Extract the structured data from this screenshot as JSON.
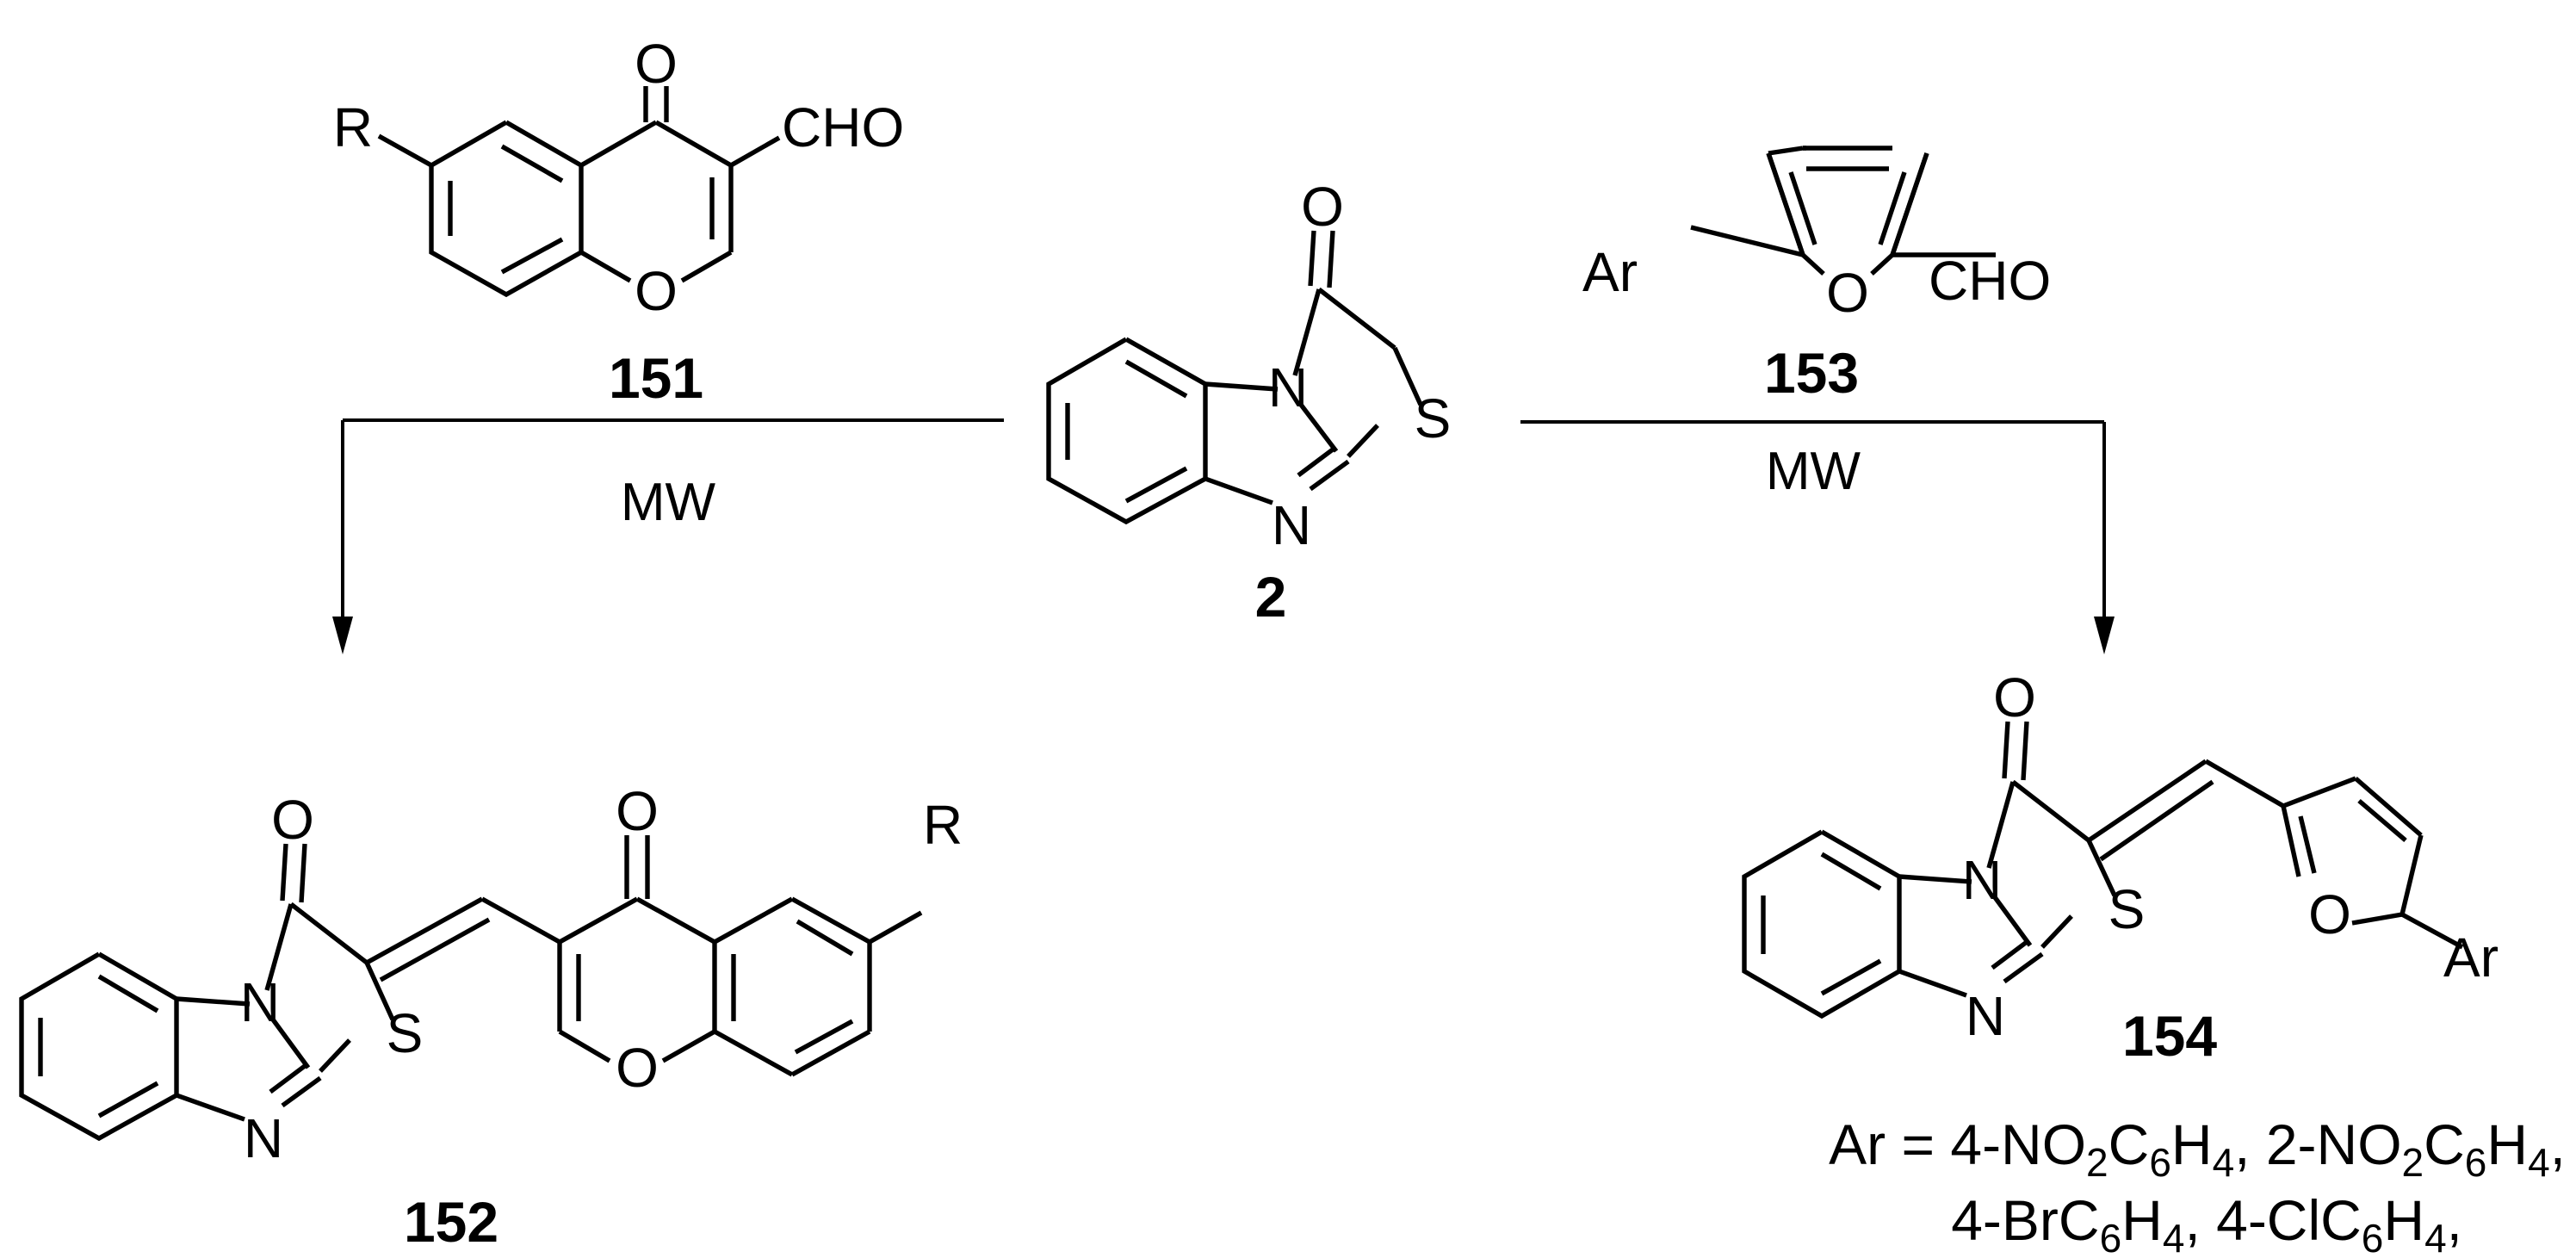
{
  "compounds": {
    "chromone": {
      "label": "151",
      "substituent": "R",
      "aldehyde": "CHO",
      "oxo": "O",
      "ring_o": "O"
    },
    "thiazolone": {
      "label": "2",
      "oxo": "O",
      "n1": "N",
      "n2": "N",
      "s": "S"
    },
    "furan_aldehyde": {
      "label": "153",
      "aryl": "Ar",
      "aldehyde": "CHO",
      "ring_o": "O"
    },
    "product_left": {
      "label": "152",
      "oxo1": "O",
      "oxo2": "O",
      "n1": "N",
      "n2": "N",
      "s": "S",
      "ring_o": "O",
      "substituent": "R"
    },
    "product_right": {
      "label": "154",
      "oxo": "O",
      "n1": "N",
      "n2": "N",
      "s": "S",
      "ring_o": "O",
      "aryl": "Ar"
    }
  },
  "conditions": {
    "left": "MW",
    "right": "MW"
  },
  "substituent_note": {
    "line1": [
      {
        "text": "Ar = 4-NO"
      },
      {
        "text": "2",
        "sub": true
      },
      {
        "text": "C"
      },
      {
        "text": "6",
        "sub": true
      },
      {
        "text": "H"
      },
      {
        "text": "4",
        "sub": true
      },
      {
        "text": ", 2-NO"
      },
      {
        "text": "2",
        "sub": true
      },
      {
        "text": "C"
      },
      {
        "text": "6",
        "sub": true
      },
      {
        "text": "H"
      },
      {
        "text": "4",
        "sub": true
      },
      {
        "text": ","
      }
    ],
    "line2": [
      {
        "text": "4-BrC"
      },
      {
        "text": "6",
        "sub": true
      },
      {
        "text": "H"
      },
      {
        "text": "4",
        "sub": true
      },
      {
        "text": ", 4-ClC"
      },
      {
        "text": "6",
        "sub": true
      },
      {
        "text": "H"
      },
      {
        "text": "4",
        "sub": true
      },
      {
        "text": ","
      }
    ]
  }
}
